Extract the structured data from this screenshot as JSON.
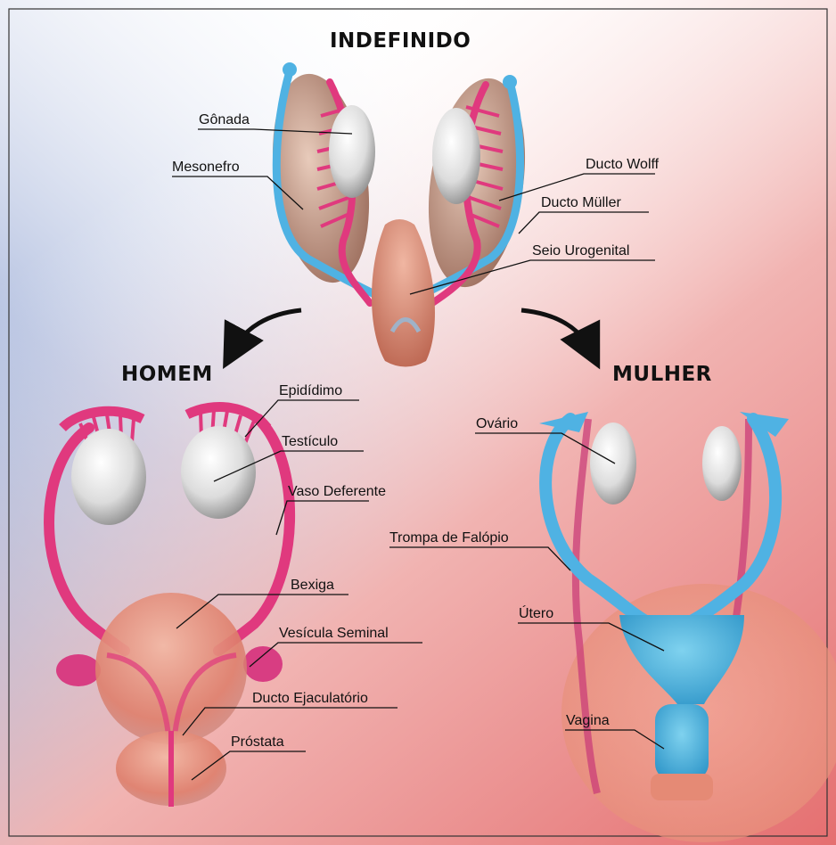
{
  "sections": {
    "top": "INDEFINIDO",
    "left": "HOMEM",
    "right": "MULHER"
  },
  "labels": {
    "gonada": "Gônada",
    "mesonefro": "Mesonefro",
    "ducto_wolff": "Ducto Wolff",
    "ducto_muller": "Ducto Müller",
    "seio_urogenital": "Seio Urogenital",
    "epididimo": "Epidídimo",
    "testiculo": "Testículo",
    "vaso_deferente": "Vaso Deferente",
    "bexiga": "Bexiga",
    "vesicula_seminal": "Vesícula Seminal",
    "ducto_ejaculatorio": "Ducto Ejaculatório",
    "prostata": "Próstata",
    "ovario": "Ovário",
    "trompa_falopio": "Trompa de Falópio",
    "utero": "Útero",
    "vagina": "Vagina"
  },
  "colors": {
    "wolff_duct": "#e0397e",
    "muller_duct": "#4fb2e3",
    "gonad": "#e8e8e8",
    "mesonephros": "#c89a85",
    "urogenital": "#d9826c",
    "bg_left": "#7f9ccd",
    "bg_right": "#e57f80"
  }
}
